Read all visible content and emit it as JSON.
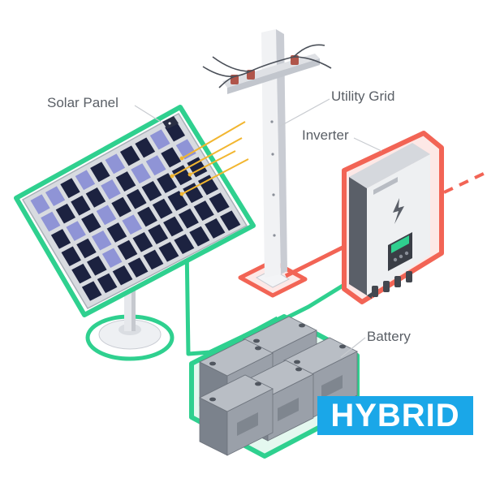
{
  "labels": {
    "solar_panel": "Solar Panel",
    "utility_grid": "Utility Grid",
    "inverter": "Inverter",
    "battery": "Battery"
  },
  "badge": {
    "text": "HYBRID"
  },
  "colors": {
    "green_wire": "#2fd08f",
    "red_wire": "#f26455",
    "badge_bg": "#1aa7e8",
    "panel_cell": "#1c2240",
    "panel_cell_light": "#8f94d6",
    "sun_ray": "#f2b630",
    "battery_body": "#8b929c",
    "inverter_body": "#e9ebee"
  }
}
